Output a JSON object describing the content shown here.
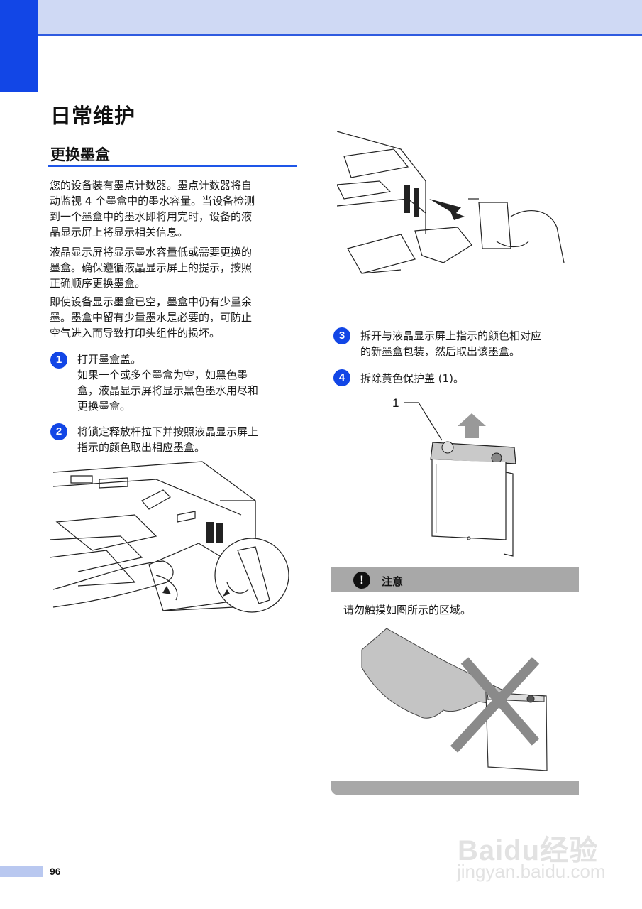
{
  "chapter_title": "日常维护",
  "section_title": "更换墨盒",
  "intro_paragraphs": [
    [
      "您的设备装有墨点计数器。墨点计数器将自",
      "动监视 4 个墨盒中的墨水容量。当设备检测",
      "到一个墨盒中的墨水即将用完时，设备的液",
      "晶显示屏上将显示相关信息。"
    ],
    [
      "液晶显示屏将显示墨水容量低或需要更换的",
      "墨盒。确保遵循液晶显示屏上的提示，按照",
      "正确顺序更换墨盒。"
    ],
    [
      "即使设备显示墨盒已空，墨盒中仍有少量余",
      "墨。墨盒中留有少量墨水是必要的，可防止",
      "空气进入而导致打印头组件的损坏。"
    ]
  ],
  "steps": [
    {
      "number": "1",
      "lines": [
        "打开墨盒盖。",
        "如果一个或多个墨盒为空，如黑色墨",
        "盒，液晶显示屏将显示"
      ],
      "lcd_message_part1": "黑色墨水用尽",
      "connector": "和",
      "lcd_message_part2": "更换墨盒",
      "end": "。"
    },
    {
      "number": "2",
      "lines": [
        "将锁定释放杆拉下并按照液晶显示屏上",
        "指示的颜色取出相应墨盒。"
      ]
    },
    {
      "number": "3",
      "lines": [
        "拆开与液晶显示屏上指示的颜色相对应",
        "的新墨盒包装，然后取出该墨盒。"
      ]
    },
    {
      "number": "4",
      "lines": [
        "拆除黄色保护盖 (1)。"
      ]
    }
  ],
  "callout_label": "1",
  "caution": {
    "icon": "exclamation-icon",
    "symbol": "!",
    "label": "注意",
    "text": "请勿触摸如图所示的区域。"
  },
  "page_number": "96",
  "watermark": {
    "logo": "Baidu经验",
    "url": "jingyan.baidu.com"
  },
  "colors": {
    "accent_blue": "#1246e6",
    "header_band": "#cfd9f4",
    "caution_gray": "#a8a8a8"
  }
}
